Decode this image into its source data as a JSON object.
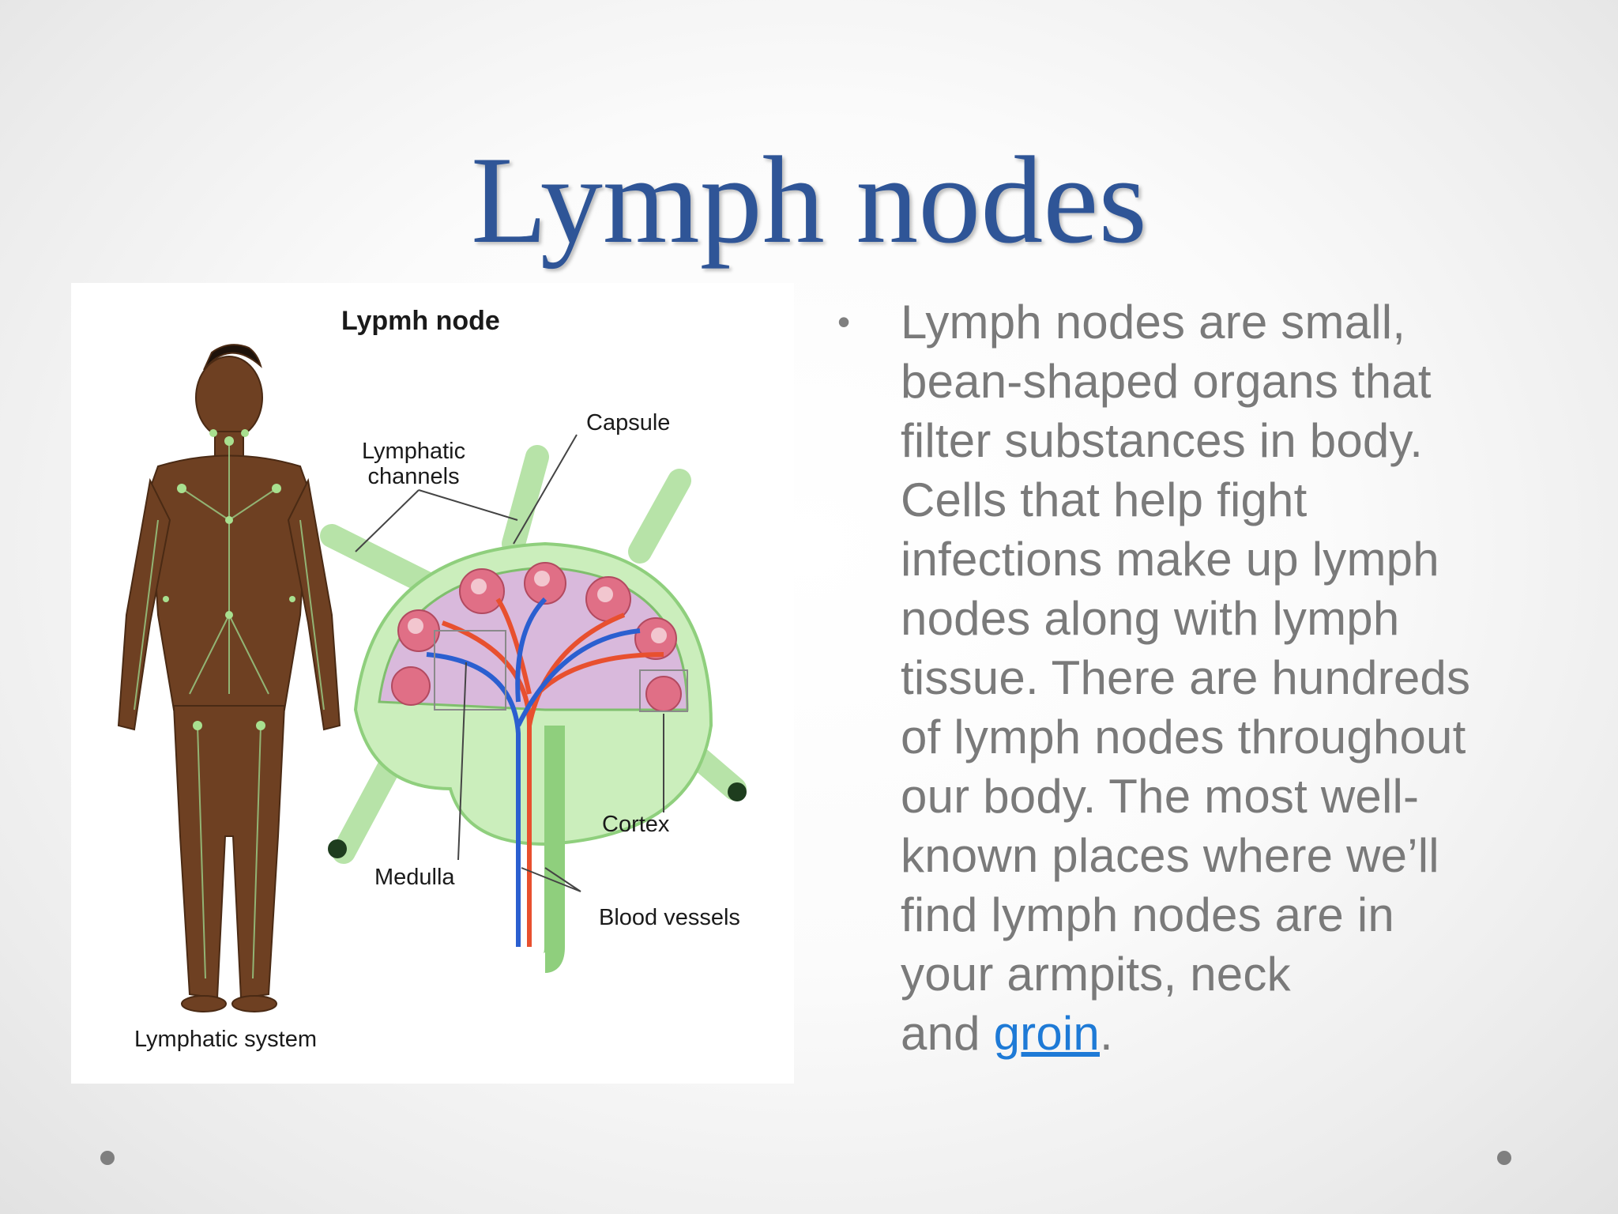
{
  "slide": {
    "title": "Lymph nodes",
    "figure": {
      "heading": "Lypmh node",
      "labels": {
        "capsule": "Capsule",
        "lymphatic_channels": "Lymphatic\nchannels",
        "cortex": "Cortex",
        "medulla": "Medulla",
        "blood_vessels": "Blood vessels",
        "lymphatic_system": "Lymphatic system"
      }
    },
    "bullet": {
      "marker": "•",
      "text_main": "Lymph nodes are small,\nbean-shaped organs that\nfilter substances in body.\nCells that help fight\ninfections make up lymph\nnodes along with lymph\ntissue. There are hundreds\nof lymph nodes throughout\nour body. The most well-\nknown places where we’ll\nfind lymph nodes are in\nyour armpits, neck\nand ",
      "link_text": "groin",
      "text_end": "."
    },
    "colors": {
      "title": "#2f5597",
      "body_text": "#7a7a7a",
      "link": "#1e7ad6"
    }
  }
}
